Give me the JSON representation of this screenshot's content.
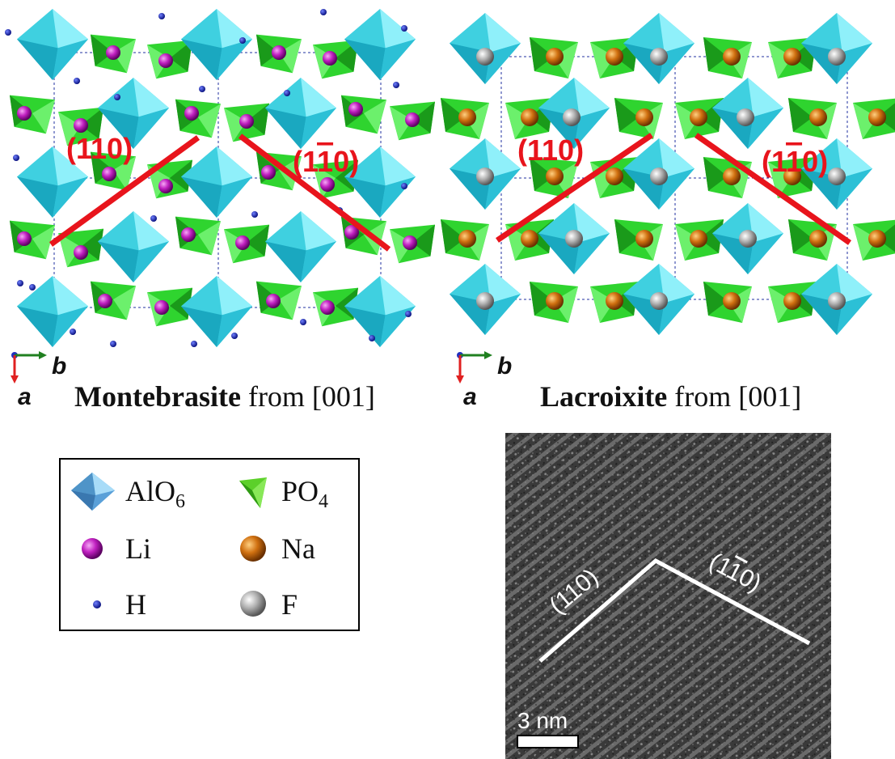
{
  "panels": {
    "montebrasite": {
      "name": "Montebrasite",
      "direction": "from [001]",
      "plane_a": "(110)",
      "plane_b": "(1",
      "plane_b_bar": "1",
      "plane_b_end": "0)",
      "axis_x": "b",
      "axis_y": "a"
    },
    "lacroixite": {
      "name": "Lacroixite",
      "direction": "from [001]",
      "plane_a": "(110)",
      "plane_b": "(1",
      "plane_b_bar": "1",
      "plane_b_end": "0)",
      "axis_x": "b",
      "axis_y": "a"
    }
  },
  "legend": {
    "items": [
      {
        "label": "AlO",
        "sub": "6",
        "icon": "octahedron-icon"
      },
      {
        "label": "PO",
        "sub": "4",
        "icon": "tetrahedron-icon"
      },
      {
        "label": "Li",
        "sub": "",
        "icon": "li-sphere-icon"
      },
      {
        "label": "Na",
        "sub": "",
        "icon": "na-sphere-icon"
      },
      {
        "label": "H",
        "sub": "",
        "icon": "h-dot-icon"
      },
      {
        "label": "F",
        "sub": "",
        "icon": "f-sphere-icon"
      }
    ]
  },
  "tem": {
    "plane_a": "(110)",
    "plane_b": "(1",
    "plane_b_bar": "1",
    "plane_b_end": "0)",
    "scale_label": "3 nm"
  },
  "colors": {
    "octahedron": "#3fd0e0",
    "tetrahedron": "#2fd42f",
    "li": "#c020c0",
    "na": "#c86a10",
    "h": "#1020a0",
    "f": "#a8a8a8",
    "plane_line": "#e8141c"
  }
}
